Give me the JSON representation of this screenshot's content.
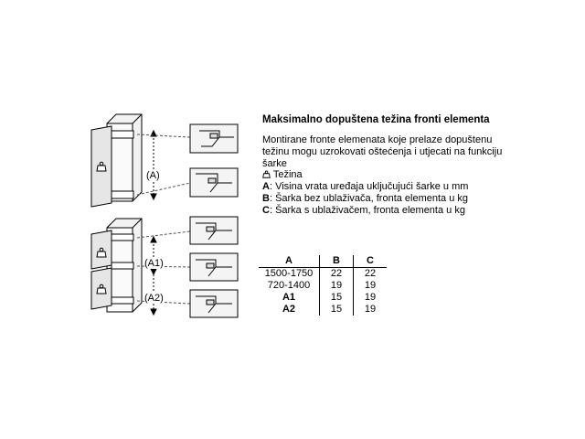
{
  "heading": "Maksimalno dopuštena težina fronti elementa",
  "paragraph": "Montirane fronte elemenata koje prelaze dopuštenu težinu mogu uzrokovati oštećenja i utjecati na funkciju šarke",
  "legend": [
    {
      "key": "",
      "icon": "weight-icon",
      "text": "Težina"
    },
    {
      "key": "A",
      "text": ": Visina vrata uređaja uključujući šarke u mm"
    },
    {
      "key": "B",
      "text": ": Šarka bez ublaživača, fronta elementa u kg"
    },
    {
      "key": "C",
      "text": ": Šarka s ublaživačem, fronta elementa u kg"
    }
  ],
  "table": {
    "headers": [
      "A",
      "B",
      "C"
    ],
    "rows": [
      [
        "1500-1750",
        "22",
        "22"
      ],
      [
        "720-1400",
        "19",
        "19"
      ],
      [
        "A1",
        "15",
        "19"
      ],
      [
        "A2",
        "15",
        "19"
      ]
    ]
  },
  "dimension_labels": {
    "a": "(A)",
    "a1": "(A1)",
    "a2": "(A2)"
  }
}
